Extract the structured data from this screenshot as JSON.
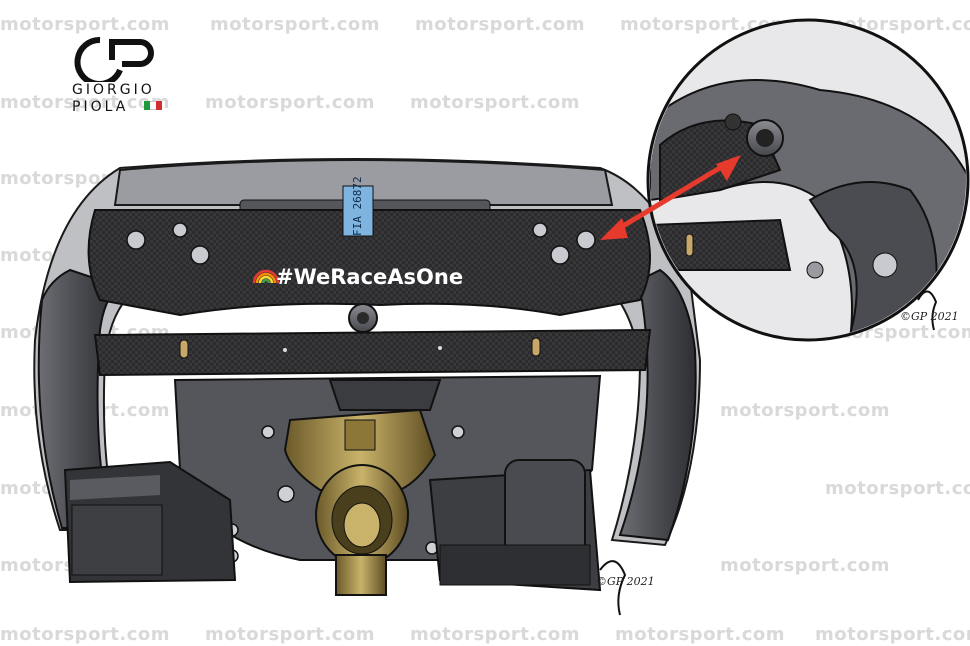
{
  "watermark": {
    "text": "motorsport.com"
  },
  "brand": {
    "line1": "GIORGIO",
    "line2": "PIOLA",
    "flag_colors": [
      "#1f9a3c",
      "#ffffff",
      "#d32f2f"
    ]
  },
  "wheel": {
    "hashtag": "#WeRaceAsOne",
    "fia_label": "FIA 26872"
  },
  "inset": {
    "arrow_color": "#e53a2c"
  },
  "signatures": {
    "main": "©GP 2021",
    "inset": "©GP 2021"
  }
}
